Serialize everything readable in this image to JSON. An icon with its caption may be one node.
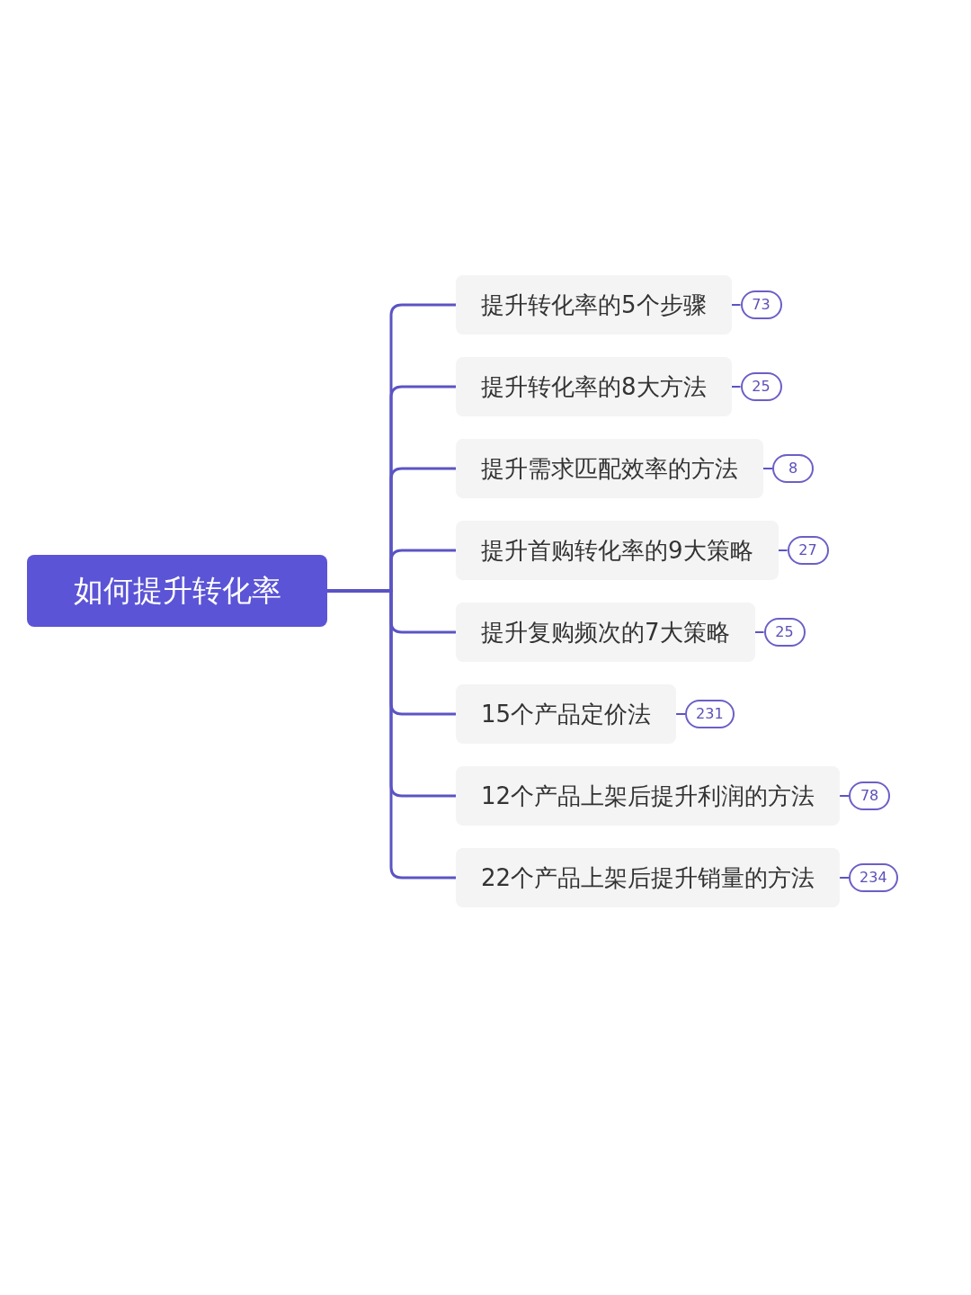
{
  "diagram": {
    "nodes": [
      {
        "text": [
          "如何提升转化率"
        ]
      },
      {
        "text": [
          "提升转化率的5个步骤"
        ]
      },
      {
        "text": [
          "提升转化率的8大方法"
        ]
      },
      {
        "text": [
          "提升需求匹配效率的方法"
        ]
      },
      {
        "text": [
          "提升首购转化率的9大策略"
        ]
      },
      {
        "text": [
          "提升复购频次的7大策略"
        ]
      },
      {
        "text": [
          "15个产品定价法"
        ]
      },
      {
        "text": [
          "12个产品上架后提升利润的方法"
        ]
      },
      {
        "text": [
          "22个产品上架后提升销量的方法"
        ]
      },
      {
        "text": [
          "73"
        ]
      },
      {
        "text": [
          "25"
        ]
      },
      {
        "text": [
          "8"
        ]
      },
      {
        "text": [
          "27"
        ]
      },
      {
        "text": [
          "25"
        ]
      },
      {
        "text": [
          "231"
        ]
      },
      {
        "text": [
          "78"
        ]
      },
      {
        "text": [
          "234"
        ]
      }
    ],
    "edges": [
      {
        "from": 0,
        "to": 1,
        "arrow": "none"
      },
      {
        "from": 0,
        "to": 2,
        "arrow": "none"
      },
      {
        "from": 0,
        "to": 3,
        "arrow": "none"
      },
      {
        "from": 0,
        "to": 4,
        "arrow": "none"
      },
      {
        "from": 0,
        "to": 5,
        "arrow": "none"
      },
      {
        "from": 0,
        "to": 6,
        "arrow": "none"
      },
      {
        "from": 0,
        "to": 7,
        "arrow": "none"
      },
      {
        "from": 0,
        "to": 8,
        "arrow": "none"
      },
      {
        "from": 1,
        "to": 9,
        "arrow": "none"
      },
      {
        "from": 2,
        "to": 10,
        "arrow": "none"
      },
      {
        "from": 3,
        "to": 11,
        "arrow": "none"
      },
      {
        "from": 4,
        "to": 12,
        "arrow": "none"
      },
      {
        "from": 5,
        "to": 13,
        "arrow": "none"
      },
      {
        "from": 6,
        "to": 14,
        "arrow": "none"
      },
      {
        "from": 7,
        "to": 15,
        "arrow": "none"
      },
      {
        "from": 8,
        "to": 16,
        "arrow": "none"
      }
    ]
  }
}
